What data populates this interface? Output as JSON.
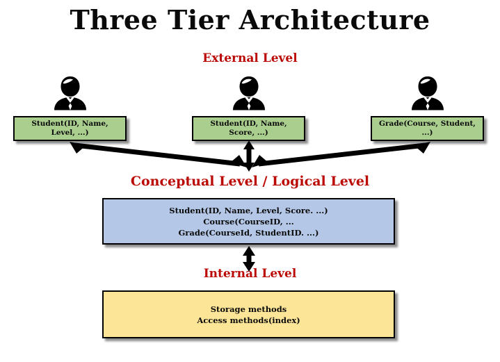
{
  "page": {
    "title": "Three Tier Architecture",
    "background_color": "#ffffff"
  },
  "colors": {
    "accent_red": "#bb0a05",
    "external_box": "#a9ce8e",
    "conceptual_box": "#b4c7e7",
    "internal_box": "#fde597",
    "outline": "#000000",
    "text": "#0a0a0a"
  },
  "levels": {
    "external": {
      "caption": "External Level",
      "views": [
        {
          "icon": "user-icon",
          "line1": "Student(ID, Name,",
          "line2": "Level, ...)"
        },
        {
          "icon": "user-icon",
          "line1": "Student(ID, Name,",
          "line2": "Score, ...)"
        },
        {
          "icon": "user-icon",
          "line1": "Grade(Course, Student,",
          "line2": "...)"
        }
      ]
    },
    "conceptual": {
      "caption": "Conceptual Level / Logical Level",
      "lines": [
        "Student(ID, Name, Level, Score. ...)",
        "Course(CourseID, ...",
        "Grade(CourseId, StudentID.  ...)"
      ]
    },
    "internal": {
      "caption": "Internal Level",
      "lines": [
        "Storage methods",
        "Access methods(index)"
      ]
    }
  },
  "connectors": [
    {
      "name": "external-view-1-to-conceptual",
      "style": "double-headed"
    },
    {
      "name": "external-view-2-to-conceptual",
      "style": "double-headed"
    },
    {
      "name": "external-view-3-to-conceptual",
      "style": "double-headed"
    },
    {
      "name": "conceptual-to-internal",
      "style": "double-headed"
    }
  ]
}
